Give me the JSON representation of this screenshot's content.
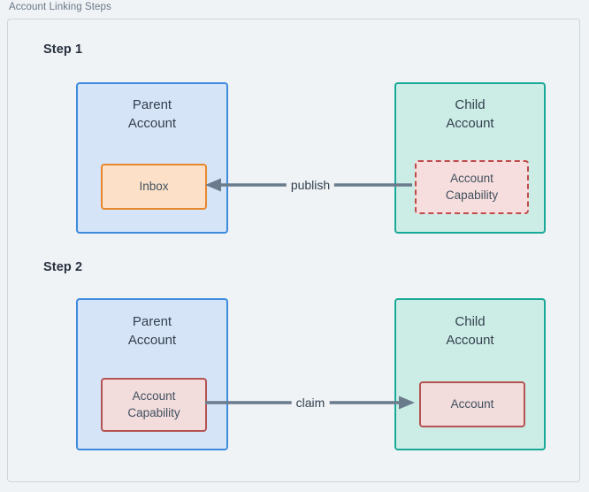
{
  "diagram": {
    "caption": "Account Linking Steps",
    "steps": [
      {
        "heading": "Step 1",
        "left_box": {
          "title": "Parent\nAccount",
          "kind": "parent-account",
          "inner": {
            "label": "Inbox",
            "style": "solid-orange"
          }
        },
        "right_box": {
          "title": "Child\nAccount",
          "kind": "child-account",
          "inner": {
            "label": "Account\nCapability",
            "style": "dashed-red"
          }
        },
        "edge": {
          "label": "publish",
          "direction": "right-to-left"
        }
      },
      {
        "heading": "Step 2",
        "left_box": {
          "title": "Parent\nAccount",
          "kind": "parent-account",
          "inner": {
            "label": "Account\nCapability",
            "style": "solid-red"
          }
        },
        "right_box": {
          "title": "Child\nAccount",
          "kind": "child-account",
          "inner": {
            "label": "Account",
            "style": "solid-red"
          }
        },
        "edge": {
          "label": "claim",
          "direction": "left-to-right"
        }
      }
    ]
  },
  "colors": {
    "canvas": "#eff3f5",
    "frame_border": "#ccd5dd",
    "caption_text": "#6b7787",
    "heading_text": "#28303f",
    "parent_fill": "#d6e4f7",
    "parent_stroke": "#3d8bdf",
    "child_fill": "#ccece6",
    "child_stroke": "#18a999",
    "inbox_fill": "#fce1c8",
    "inbox_stroke": "#e8872b",
    "capability_dashed_fill": "#f7dede",
    "capability_dashed_stroke": "#bf4b4b",
    "capability_solid_fill": "#f2dcdc",
    "capability_solid_stroke": "#b55353",
    "edge_stroke": "#6a7b8c",
    "box_title_text": "#33404f",
    "resource_text": "#41505f"
  }
}
